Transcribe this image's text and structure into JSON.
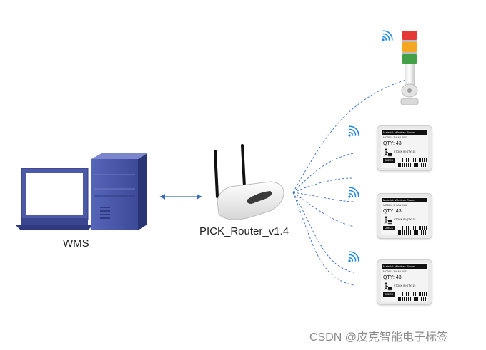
{
  "labels": {
    "wms": "WMS",
    "router": "PICK_Router_v1.4",
    "watermark": "CSDN @皮克智能电子标签"
  },
  "esl_tags": [
    {
      "header": "Material: Wireless Router",
      "model": "MODEL: 3~LAN 0002",
      "qty": "QTY: 43",
      "stock": "STOCK IN  QTY: 15",
      "check": "CHECK IN"
    },
    {
      "header": "Material: Wireless Router",
      "model": "MODEL: 3~LAN 0002",
      "qty": "QTY: 43",
      "stock": "STOCK IN  QTY: 15",
      "check": "CHECK IN"
    },
    {
      "header": "Material: Wireless Router",
      "model": "MODEL: 3~LAN 0002",
      "qty": "QTY: 43",
      "stock": "STOCK IN  QTY: 15",
      "check": "CHECK IN"
    }
  ],
  "colors": {
    "link_line": "#3b6fb8",
    "computer_blue": "#4d5aa8",
    "computer_dark": "#2f3a80",
    "wifi": "#1e88e5",
    "light_red": "#e53935",
    "light_orange": "#f5a623",
    "light_green": "#43a047"
  },
  "icons": [
    "computer-monitor-icon",
    "server-tower-icon",
    "wireless-router-icon",
    "tower-light-icon",
    "wifi-signal-icon",
    "worker-cart-icon"
  ]
}
